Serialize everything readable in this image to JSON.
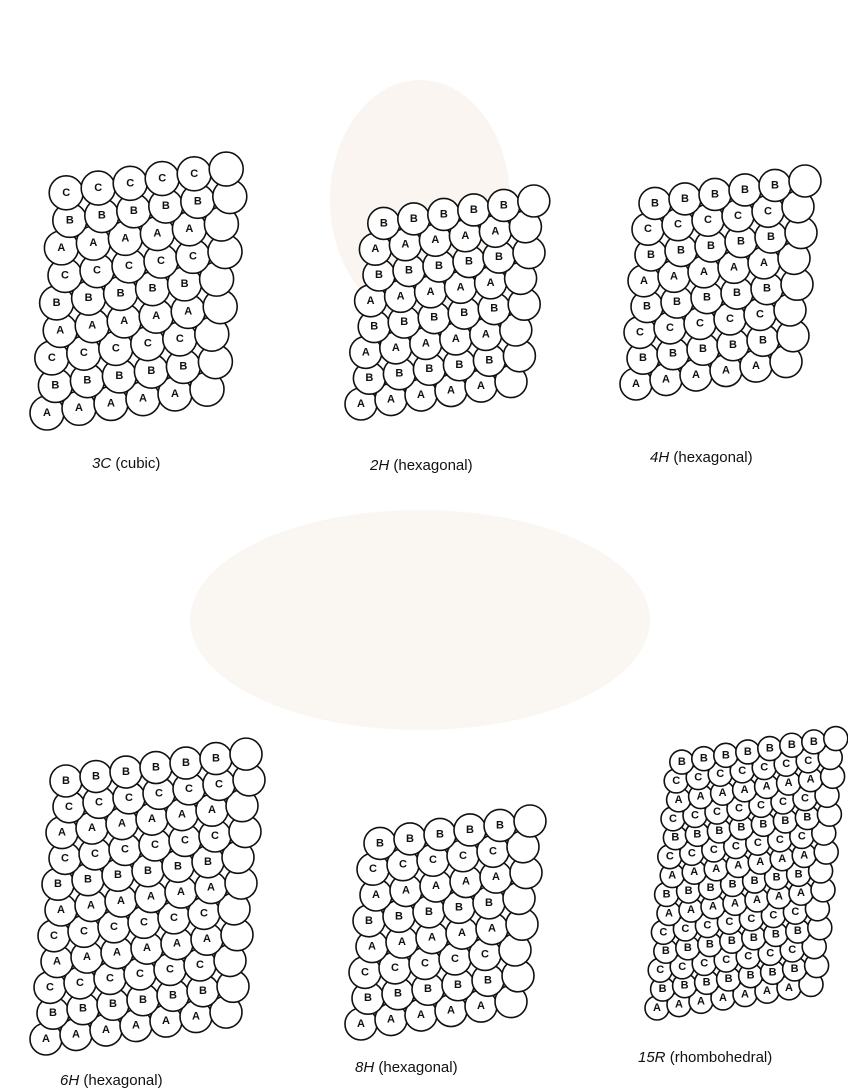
{
  "colors": {
    "ink": "#111111",
    "paper": "#ffffff",
    "watermark": "#f6efe6"
  },
  "polytypes": [
    {
      "id": "3C",
      "symbol": "3C",
      "name": "(cubic)",
      "layers": [
        "C",
        "B",
        "A",
        "C",
        "B",
        "A",
        "C",
        "B",
        "A"
      ]
    },
    {
      "id": "2H",
      "symbol": "2H",
      "name": "(hexagonal)",
      "layers": [
        "B",
        "A",
        "B",
        "A",
        "B",
        "A",
        "B",
        "A"
      ]
    },
    {
      "id": "4H",
      "symbol": "4H",
      "name": "(hexagonal)",
      "layers": [
        "B",
        "C",
        "B",
        "A",
        "B",
        "C",
        "B",
        "A"
      ]
    },
    {
      "id": "6H",
      "symbol": "6H",
      "name": "(hexagonal)",
      "layers": [
        "B",
        "C",
        "A",
        "C",
        "B",
        "A",
        "C",
        "A",
        "C",
        "B",
        "A"
      ]
    },
    {
      "id": "8H",
      "symbol": "8H",
      "name": "(hexagonal)",
      "layers": [
        "B",
        "C",
        "A",
        "B",
        "A",
        "C",
        "B",
        "A"
      ]
    },
    {
      "id": "15R",
      "symbol": "15R",
      "name": "(rhombohedral)",
      "layers": [
        "B",
        "C",
        "A",
        "C",
        "B",
        "C",
        "A",
        "B",
        "A",
        "C",
        "B",
        "C",
        "B",
        "A"
      ]
    }
  ]
}
